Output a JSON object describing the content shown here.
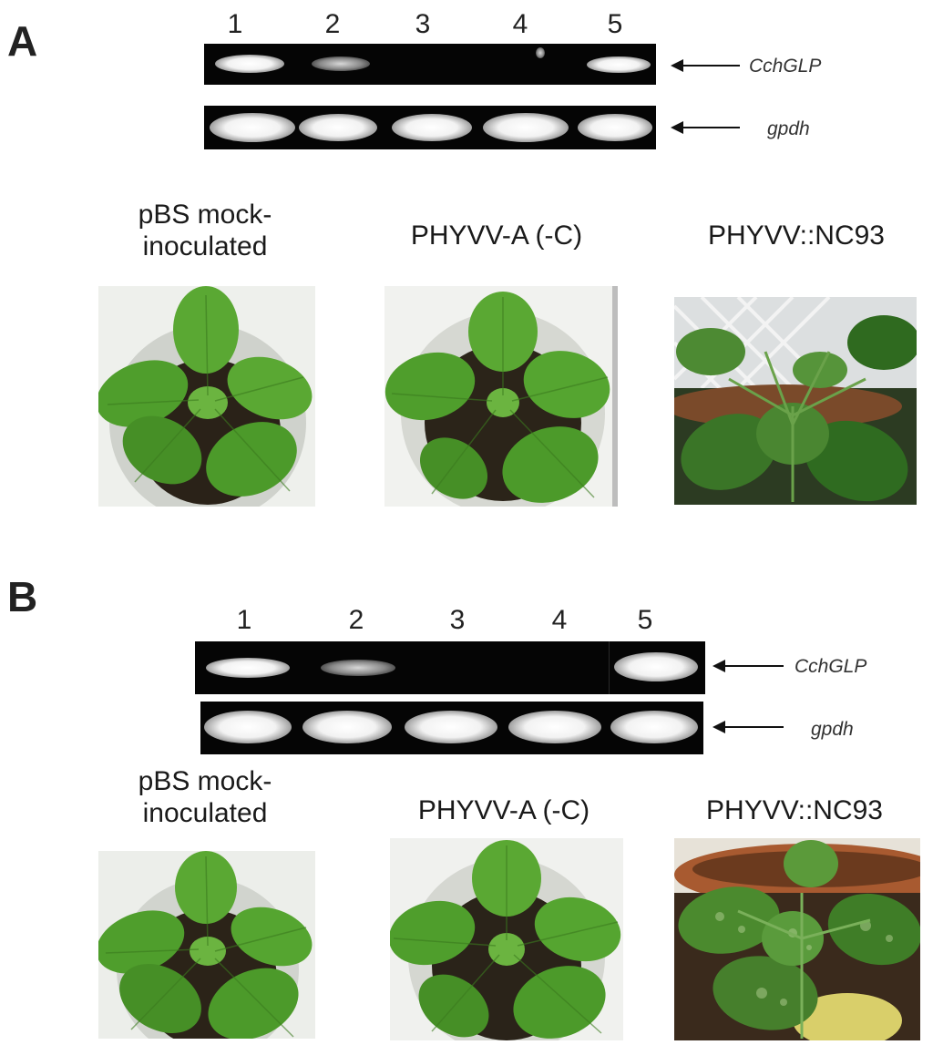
{
  "panels": [
    {
      "letter": "A",
      "lanes": [
        "1",
        "2",
        "3",
        "4",
        "5"
      ],
      "genes": [
        "CchGLP",
        "gpdh"
      ],
      "conditions": [
        "pBS mock-\ninoculated",
        "PHYVV-A (-C)",
        "PHYVV::NC93"
      ]
    },
    {
      "letter": "B",
      "lanes": [
        "1",
        "2",
        "3",
        "4",
        "5"
      ],
      "genes": [
        "CchGLP",
        "gpdh"
      ],
      "conditions": [
        "pBS mock-\ninoculated",
        "PHYVV-A (-C)",
        "PHYVV::NC93"
      ]
    }
  ]
}
